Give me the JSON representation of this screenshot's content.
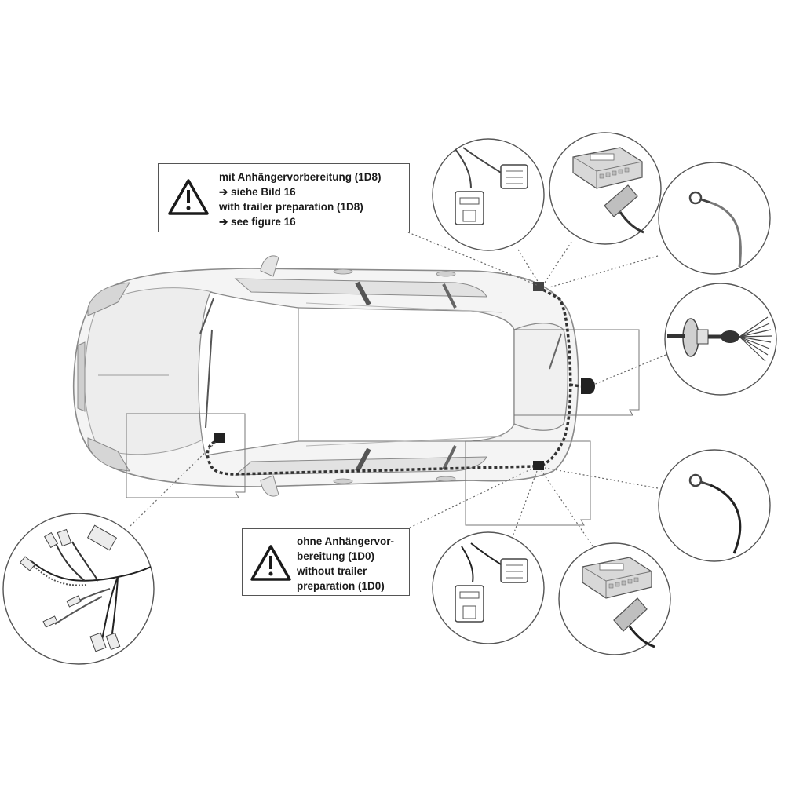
{
  "notes": {
    "with_preparation": {
      "lines": [
        "mit Anhängervorbereitung (1D8)",
        "➔ siehe Bild 16",
        "with trailer preparation (1D8)",
        "➔ see figure 16"
      ],
      "icon": "warning-triangle-icon"
    },
    "without_preparation": {
      "lines": [
        "ohne Anhängervor-",
        "bereitung (1D0)",
        "without trailer",
        "preparation (1D0)"
      ],
      "icon": "warning-triangle-icon"
    }
  },
  "detail_callouts": [
    {
      "id": "connector-top",
      "depicts": "plug-connector-icon"
    },
    {
      "id": "module-top",
      "depicts": "control-module-icon"
    },
    {
      "id": "ground-top",
      "depicts": "ring-terminal-icon"
    },
    {
      "id": "socket-rear",
      "depicts": "trailer-socket-icon"
    },
    {
      "id": "ground-bottom",
      "depicts": "ring-terminal-icon"
    },
    {
      "id": "module-bottom",
      "depicts": "control-module-icon"
    },
    {
      "id": "connector-bottom",
      "depicts": "plug-connector-icon"
    },
    {
      "id": "harness-front",
      "depicts": "wire-harness-icon"
    }
  ],
  "colors": {
    "line": "#555555",
    "car_fill": "#f4f4f4",
    "car_stroke": "#8a8a8a",
    "harness": "#333333",
    "module": "#d8d8d8"
  }
}
